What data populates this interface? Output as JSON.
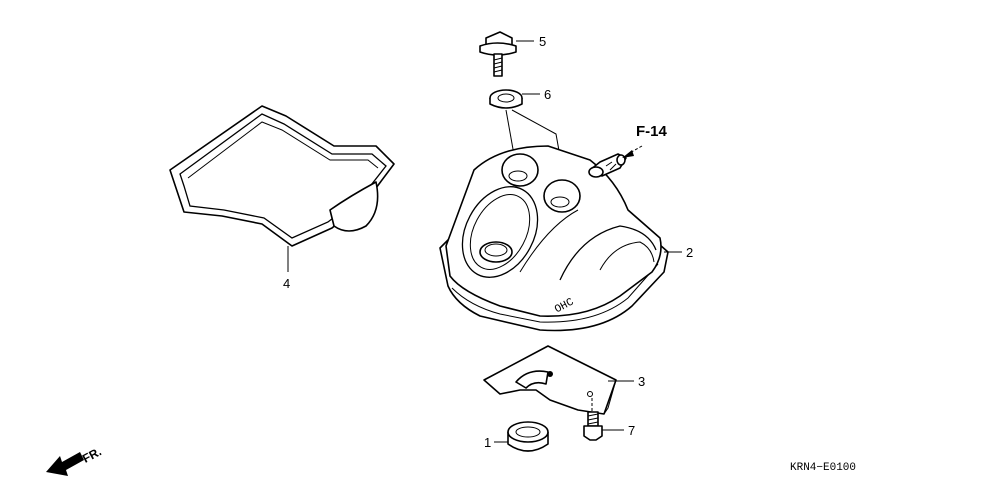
{
  "callouts": {
    "p1": "1",
    "p2": "2",
    "p3": "3",
    "p4": "4",
    "p5": "5",
    "p6": "6",
    "p7": "7"
  },
  "reference": "F-14",
  "direction": "FR.",
  "cover_marking": "OHC",
  "diagram_code": "KRN4−E0100"
}
